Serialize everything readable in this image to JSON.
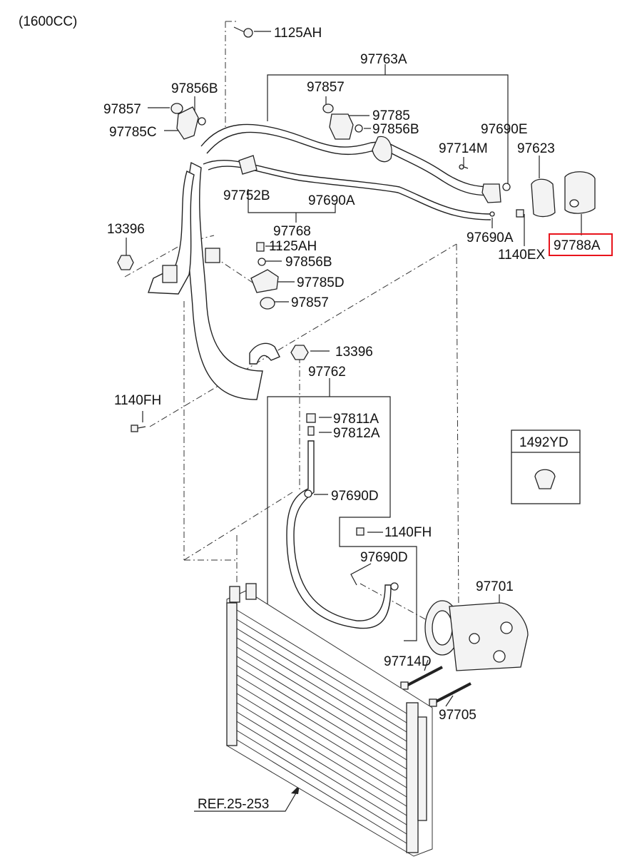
{
  "header": {
    "engine": "(1600CC)"
  },
  "labels": {
    "l_1125AH_top": "1125AH",
    "l_97763A": "97763A",
    "l_97856B_left": "97856B",
    "l_97857_left": "97857",
    "l_97785C": "97785C",
    "l_97857_mid": "97857",
    "l_97785_mid": "97785",
    "l_97856B_mid": "97856B",
    "l_97690E": "97690E",
    "l_97714M": "97714M",
    "l_97623": "97623",
    "l_97752B": "97752B",
    "l_97690A_top": "97690A",
    "l_97768": "97768",
    "l_1125AH_mid": "1125AH",
    "l_97856B_low": "97856B",
    "l_97785D": "97785D",
    "l_97857_low": "97857",
    "l_13396_left": "13396",
    "l_97690A_right": "97690A",
    "l_1140EX": "1140EX",
    "l_97788A": "97788A",
    "l_13396_center": "13396",
    "l_97762": "97762",
    "l_1140FH_left": "1140FH",
    "l_97811A": "97811A",
    "l_97812A": "97812A",
    "l_97690D_top": "97690D",
    "l_1140FH_right": "1140FH",
    "l_97690D_low": "97690D",
    "l_97701": "97701",
    "l_97714D": "97714D",
    "l_97705": "97705",
    "l_1492YD": "1492YD",
    "l_ref": "REF.25-253"
  },
  "highlight": {
    "color": "#e8141c"
  }
}
